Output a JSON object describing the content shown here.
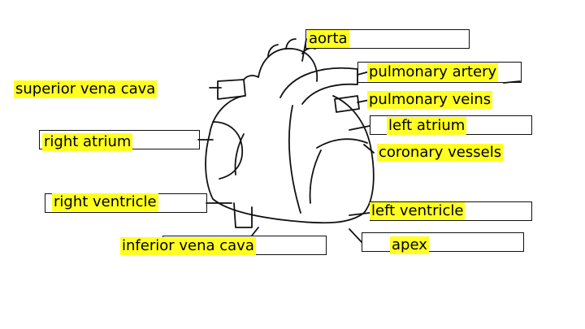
{
  "colors": {
    "highlight": "#ffff22",
    "ink": "#111111",
    "background": "#ffffff"
  },
  "labels": {
    "aorta": "aorta",
    "pulmonary_artery": "pulmonary artery",
    "superior_vena_cava": "superior vena cava",
    "pulmonary_veins": "pulmonary veins",
    "left_atrium": "left atrium",
    "right_atrium": "right atrium",
    "coronary_vessels": "coronary vessels",
    "right_ventricle": "right ventricle",
    "left_ventricle": "left ventricle",
    "inferior_vena_cava": "inferior vena cava",
    "apex": "apex"
  }
}
